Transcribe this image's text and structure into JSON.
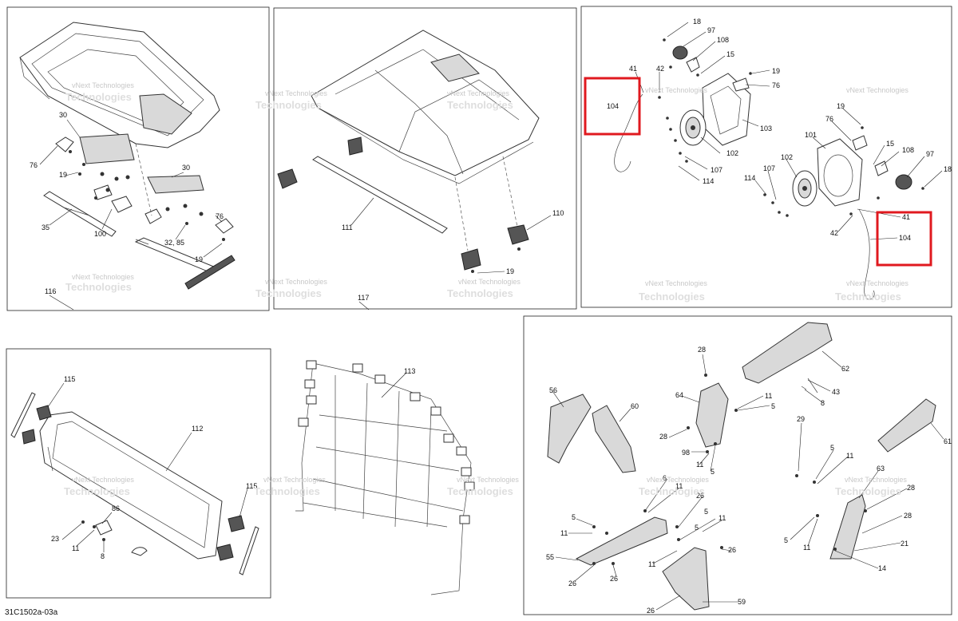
{
  "drawing_code": "31C1502a-03a",
  "watermark": [
    "vNext Technologies",
    "Technologies"
  ],
  "highlight_color": "#e0191f",
  "panels": {
    "p116": {
      "assembly": "116",
      "refs": [
        "30",
        "30",
        "76",
        "19",
        "35",
        "100",
        "32, 85",
        "76",
        "19"
      ]
    },
    "p117": {
      "assembly": "117",
      "refs": [
        "111",
        "110",
        "19"
      ]
    },
    "p_speakers": {
      "refs": [
        "18",
        "97",
        "108",
        "15",
        "19",
        "76",
        "41",
        "42",
        "104",
        "103",
        "102",
        "107",
        "114",
        "19",
        "76",
        "101",
        "15",
        "108",
        "97",
        "18",
        "114",
        "107",
        "102",
        "41",
        "42",
        "104"
      ],
      "highlighted_refs": [
        "104",
        "104"
      ]
    },
    "p112": {
      "refs": [
        "115",
        "112",
        "86",
        "23",
        "11",
        "8",
        "115"
      ]
    },
    "p113": {
      "refs": [
        "113"
      ]
    },
    "p_panels": {
      "refs": [
        "28",
        "62",
        "43",
        "8",
        "56",
        "60",
        "64",
        "11",
        "5",
        "28",
        "98",
        "11",
        "5",
        "29",
        "61",
        "5",
        "11",
        "63",
        "28",
        "28",
        "21",
        "14",
        "5",
        "11",
        "5",
        "6",
        "11",
        "26",
        "5",
        "11",
        "5",
        "11",
        "55",
        "26",
        "26",
        "11",
        "26",
        "59",
        "26"
      ]
    }
  }
}
